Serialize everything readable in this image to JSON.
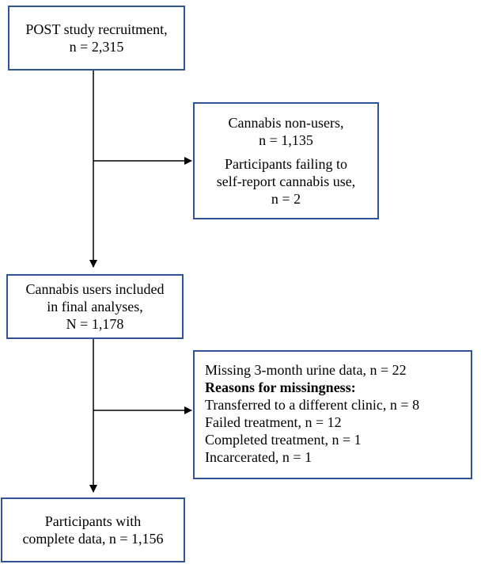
{
  "boxes": {
    "recruitment": {
      "lines": [
        "POST study recruitment,",
        "n = 2,315"
      ]
    },
    "excluded": {
      "groups": [
        [
          "Cannabis non-users,",
          "n = 1,135"
        ],
        [
          "Participants failing to",
          "self-report cannabis use,",
          "n = 2"
        ]
      ]
    },
    "included": {
      "lines": [
        "Cannabis users included",
        "in final analyses,",
        "N = 1,178"
      ]
    },
    "missing": {
      "lines": [
        "Missing 3-month urine data, n = 22",
        "Reasons for missingness:",
        "Transferred to a different clinic, n = 8",
        "Failed treatment, n = 12",
        "Completed treatment, n = 1",
        "Incarcerated, n = 1"
      ]
    },
    "complete": {
      "lines": [
        "Participants with",
        "complete data, n = 1,156"
      ]
    }
  }
}
